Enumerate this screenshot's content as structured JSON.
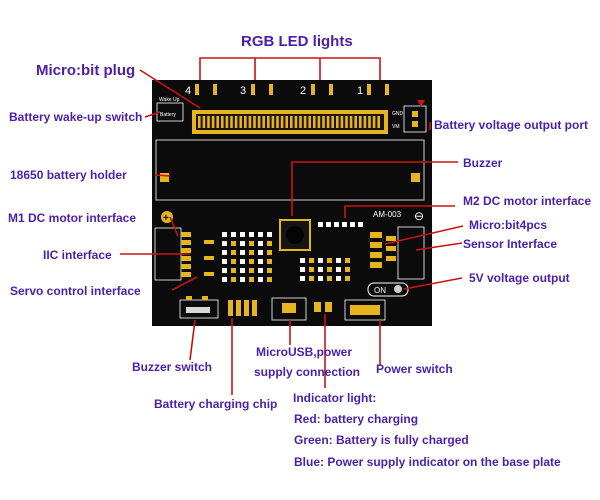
{
  "title": "RGB LED lights",
  "board": {
    "model": "AM-003",
    "wake_up_label": "Wake Up",
    "battery_label": "Battery",
    "led_numbers": [
      "4",
      "3",
      "2",
      "1"
    ],
    "gnd_label": "GND",
    "vm_label": "VM",
    "on_label": "ON",
    "plus_symbol": "+",
    "minus_symbol": "⊖"
  },
  "labels": {
    "microbit_plug": "Micro:bit plug",
    "battery_wakeup_switch": "Battery wake-up switch",
    "battery_holder": "18650 battery holder",
    "m1_motor": "M1 DC motor interface",
    "iic": "IIC interface",
    "servo": "Servo control interface",
    "buzzer_switch": "Buzzer switch",
    "charging_chip": "Battery charging chip",
    "microusb_line1": "MicroUSB,power",
    "microusb_line2": "supply connection",
    "power_switch": "Power switch",
    "battery_voltage_port": "Battery voltage output port",
    "buzzer": "Buzzer",
    "m2_motor": "M2 DC motor interface",
    "microbit_4pcs": "Micro:bit4pcs",
    "sensor": "Sensor Interface",
    "v5_output": "5V voltage output",
    "indicator_title": "Indicator light:",
    "indicator_red": "Red: battery charging",
    "indicator_green": "Green: Battery is fully charged",
    "indicator_blue": "Blue: Power supply indicator on the base plate"
  },
  "colors": {
    "label": "#4b1fa8",
    "pointer": "#c81414",
    "board": "#0b0b0b",
    "pad": "#e6b41e",
    "silkscreen": "#ffffff"
  }
}
